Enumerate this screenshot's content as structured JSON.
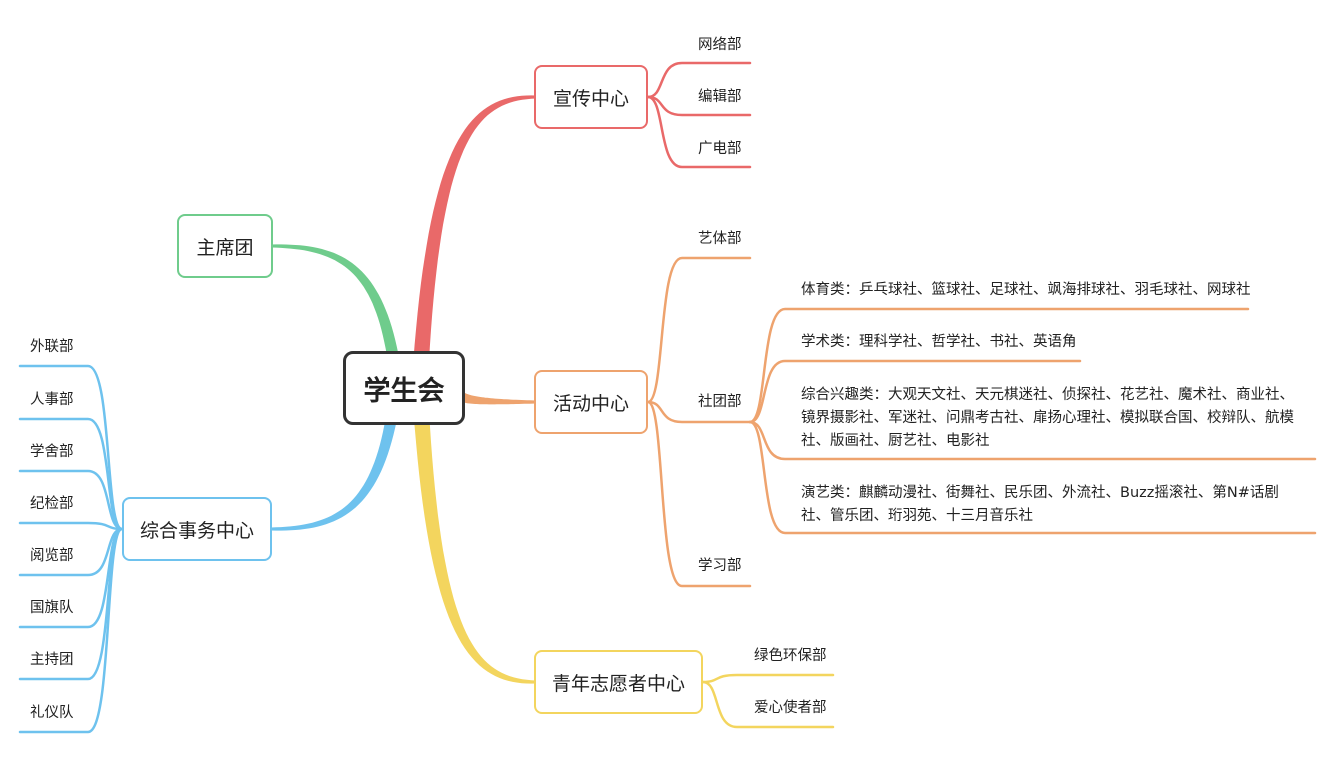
{
  "root": "学生会",
  "colors": {
    "red": "#e96969",
    "orange": "#eea36e",
    "yellow": "#f3d55e",
    "green": "#6fcc8c",
    "blue": "#6ec2ee",
    "root_border": "#333333"
  },
  "branches": {
    "xuanchuan": {
      "label": "宣传中心",
      "leaves": [
        "网络部",
        "编辑部",
        "广电部"
      ]
    },
    "huodong": {
      "label": "活动中心",
      "leaves": {
        "yiti": "艺体部",
        "shetuan": "社团部",
        "xuexi": "学习部"
      },
      "shetuan_groups": [
        "体育类：乒乓球社、篮球社、足球社、飒海排球社、羽毛球社、网球社",
        "学术类：理科学社、哲学社、书社、英语角",
        "综合兴趣类：大观天文社、天元棋迷社、侦探社、花艺社、魔术社、商业社、镜界摄影社、军迷社、问鼎考古社、扉扬心理社、模拟联合国、校辩队、航模社、版画社、厨艺社、电影社",
        "演艺类：麒麟动漫社、街舞社、民乐团、外流社、Buzz摇滚社、第N#话剧社、管乐团、珩羽苑、十三月音乐社"
      ]
    },
    "zhuxi": {
      "label": "主席团"
    },
    "zonghe": {
      "label": "综合事务中心",
      "leaves": [
        "外联部",
        "人事部",
        "学舍部",
        "纪检部",
        "阅览部",
        "国旗队",
        "主持团",
        "礼仪队"
      ]
    },
    "zhiyuan": {
      "label": "青年志愿者中心",
      "leaves": [
        "绿色环保部",
        "爱心使者部"
      ]
    }
  }
}
